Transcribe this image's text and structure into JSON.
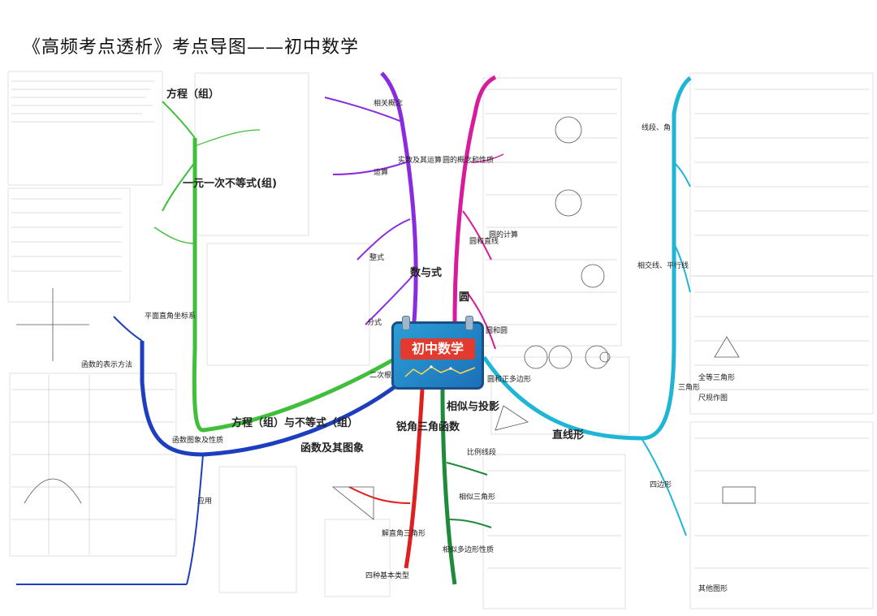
{
  "title": "《高频考点透析》考点导图——初中数学",
  "center": {
    "label": "初中数学"
  },
  "colors": {
    "green": "#3fbf3a",
    "purple": "#8a2be2",
    "magenta": "#d81b9a",
    "cyan": "#1fb5d6",
    "blue": "#1d3fbf",
    "red": "#e02020",
    "darkgreen": "#1f8a3a",
    "yellow": "#d8c21a"
  },
  "branches": {
    "fangcheng": "方程（组）与不等式（组）",
    "fangcheng_zu": "方程（组）",
    "budengshi": "一元一次不等式(组)",
    "shu_yu_shi": "数与式",
    "shishu": "实数及其运算",
    "xiangguan": "相关概念",
    "yunsuan": "运算",
    "zhengshi": "整式",
    "fenshi": "分式",
    "ercigenshi": "二次根式",
    "hanshu": "函数及其图象",
    "hanshu_tuxiang": "函数图象及性质",
    "yingyong": "应用",
    "ruijiao": "锐角三角函数",
    "jie_zhijiao": "解直角三角形",
    "yuan": "圆",
    "yuan_gainian": "圆的概念和性质",
    "yuan_zhixian": "圆和直线",
    "yuan_yuan": "圆和圆",
    "yuan_duobianxing": "圆和正多边形",
    "zhixianxing": "直线形",
    "xianduan_jiao": "线段、角",
    "xiangjiao": "相交线、平行线",
    "sanjiaoxing": "三角形",
    "sibianxing": "四边形",
    "xiangsi": "相似与投影",
    "xiangsi_sanjiao": "相似三角形",
    "xiangsi_duobian": "相似多边形性质",
    "bili_xianduan": "比例线段"
  },
  "notes": {
    "pingmian_zuobiao": "平面直角坐标系",
    "hanshu_biaoshi": "函数的表示方法",
    "sibianxing_zhongji": "四种基本类型",
    "yuan_jisuan": "圆的计算",
    "quan_deng": "全等三角形",
    "chimaozuotu": "尺规作图",
    "qita_tuxing": "其他图形"
  }
}
